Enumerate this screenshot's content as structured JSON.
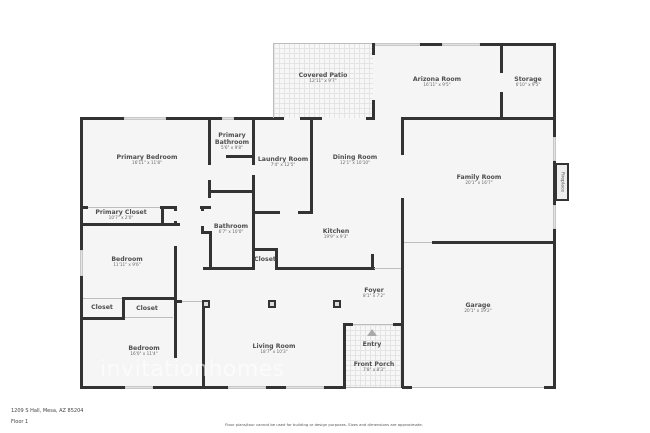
{
  "floorplan": {
    "address": "1209 S Hall, Mesa, AZ 85204",
    "floor": "Floor 1",
    "disclaimer": "Floor plans/tour cannot be used for building or design purposes. Sizes and dimensions are approximate.",
    "watermark": "invitationhomes",
    "rooms": {
      "covered_patio": {
        "name": "Covered Patio",
        "dims": "12'11\" x 9'7\""
      },
      "arizona_room": {
        "name": "Arizona Room",
        "dims": "16'11\" x 9'5\""
      },
      "storage": {
        "name": "Storage",
        "dims": "6'10\" x 9'5\""
      },
      "primary_bedroom": {
        "name": "Primary Bedroom",
        "dims": "16'11\" x 11'8\""
      },
      "primary_bathroom": {
        "name": "Primary Bathroom",
        "name_line1": "Primary",
        "name_line2": "Bathroom",
        "dims": "5'6\" x 9'8\""
      },
      "laundry_room": {
        "name": "Laundry Room",
        "dims": "7'4\" x 12'5\""
      },
      "dining_room": {
        "name": "Dining Room",
        "dims": "12'1\" x 10'10\""
      },
      "family_room": {
        "name": "Family Room",
        "dims": "20'1\" x 16'7\""
      },
      "fireplace": {
        "name": "Fireplace"
      },
      "primary_closet": {
        "name": "Primary Closet",
        "dims": "10'7\" x 2'0\""
      },
      "bathroom": {
        "name": "Bathroom",
        "dims": "6'7\" x 10'0\""
      },
      "kitchen": {
        "name": "Kitchen",
        "dims": "19'9\" x 9'3\""
      },
      "closet_kitchen": {
        "name": "Closet"
      },
      "bedroom_1": {
        "name": "Bedroom",
        "dims": "11'11\" x 9'6\""
      },
      "closet_1": {
        "name": "Closet"
      },
      "closet_2": {
        "name": "Closet"
      },
      "foyer": {
        "name": "Foyer",
        "dims": "8'1\" x 7'2\""
      },
      "garage": {
        "name": "Garage",
        "dims": "20'1\" x 19'2\""
      },
      "bedroom_2": {
        "name": "Bedroom",
        "dims": "16'0\" x 11'4\""
      },
      "living_room": {
        "name": "Living Room",
        "dims": "18'7\" x 10'3\""
      },
      "entry": {
        "name": "Entry"
      },
      "front_porch": {
        "name": "Front Porch",
        "dims": "7'8\" x 8'3\""
      }
    }
  }
}
